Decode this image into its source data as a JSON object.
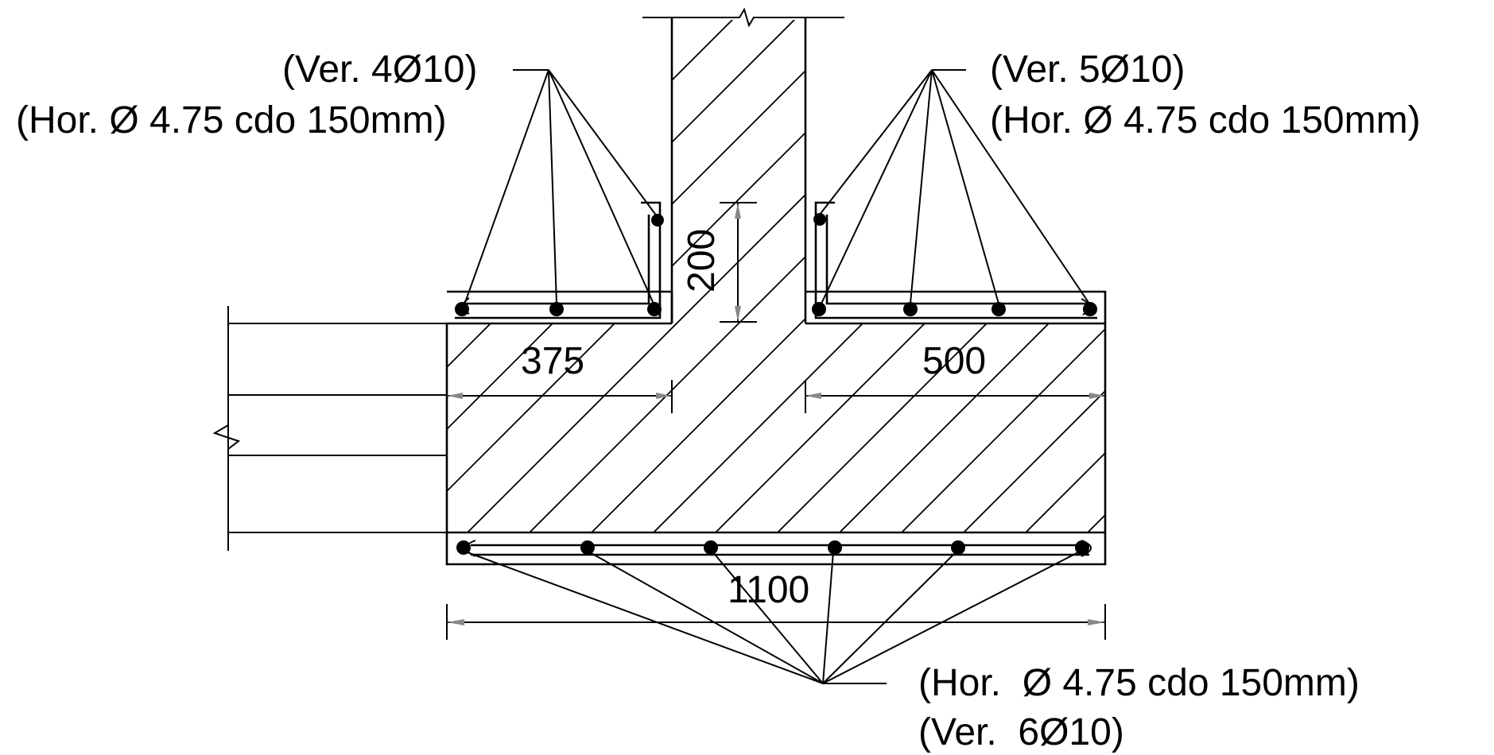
{
  "annotations": {
    "left_top": {
      "ver": "(Ver. 4Ø10)",
      "hor": "(Hor. Ø 4.75 cdo 150mm)"
    },
    "right_top": {
      "ver": "(Ver. 5Ø10)",
      "hor": "(Hor. Ø 4.75 cdo 150mm)"
    },
    "bottom": {
      "hor": "(Hor.  Ø 4.75 cdo 150mm)",
      "ver": "(Ver.  6Ø10)"
    }
  },
  "dimensions": {
    "left_flange": "375",
    "right_flange": "500",
    "footing_width": "1100",
    "top_bar_height": "200"
  },
  "rebar": {
    "left_top_bars": 4,
    "right_top_bars": 5,
    "bottom_bars": 6
  }
}
